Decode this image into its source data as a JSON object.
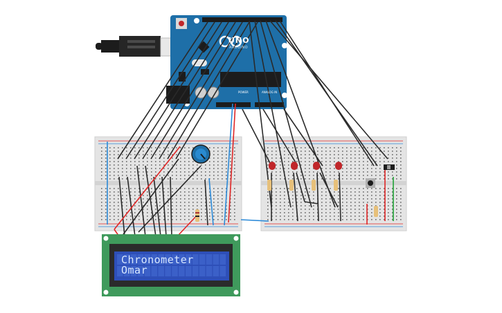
{
  "lcd": {
    "line1": "Chronometer",
    "line2": "Omar"
  },
  "arduino": {
    "logo_text": "UNO",
    "sub_text": "ARDUINO",
    "power_label": "POWER",
    "analog_label": "ANALOG IN"
  },
  "colors": {
    "arduino_blue": "#1e6fa8",
    "lcd_pcb": "#3f9a5c",
    "lcd_screen": "#2e4fb8",
    "breadboard": "#e4e4e4",
    "wire_black": "#2a2a2a",
    "wire_red": "#e02626",
    "wire_blue": "#2c8ad8",
    "wire_green": "#21a336",
    "led_red": "#c0262a",
    "pot_blue": "#1e6fa8"
  },
  "components": {
    "leds": [
      "red",
      "red",
      "red",
      "red"
    ],
    "pushbutton": "button",
    "potentiometer": "potentiometer",
    "slide_switch": "switch"
  }
}
